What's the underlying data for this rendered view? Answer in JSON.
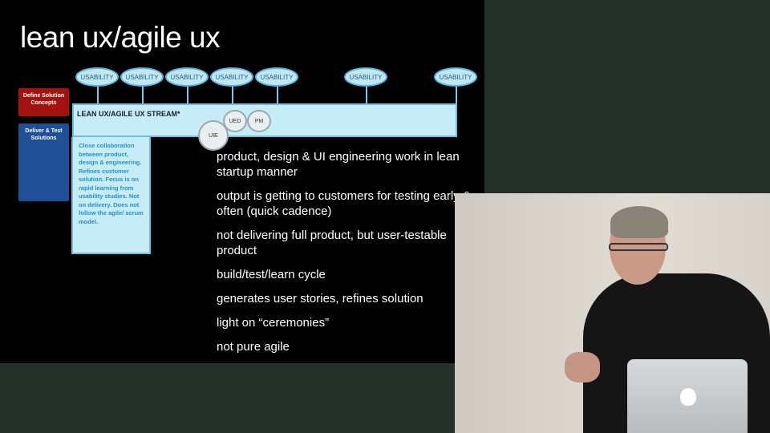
{
  "slide": {
    "title": "lean ux/agile ux",
    "usability_labels": [
      "USABILITY",
      "USABILITY",
      "USABILITY",
      "USABILITY",
      "USABILITY",
      "USABILITY",
      "USABILITY"
    ],
    "stream_label": "LEAN UX/AGILE UX STREAM*",
    "roles": [
      "UED",
      "PM",
      "UIE"
    ],
    "define_box": "Define Solution Concepts",
    "deliver_box": "Deliver & Test Solutions",
    "callout": "Close collaboration between product, design & engineering. Refines customer solution. Focus is on rapid learning from usability studies. Not on delivery. Does not follow the agile/ scrum model.",
    "bullets": [
      "product, design & UI engineering work in lean startup manner",
      "output is getting to customers for testing early & often (quick cadence)",
      "not delivering full product, but user-testable product",
      "build/test/learn cycle",
      "generates user stories, refines solution",
      "light on “ceremonies”",
      "not pure agile"
    ]
  },
  "colors": {
    "background": "#26302a",
    "slide_bg": "#000000",
    "stream_fill": "#c6ecf7",
    "stream_border": "#6cbfe0",
    "define_box": "#a3120f",
    "deliver_box": "#1f4f96"
  },
  "video": {
    "subject": "presenter-with-laptop"
  }
}
